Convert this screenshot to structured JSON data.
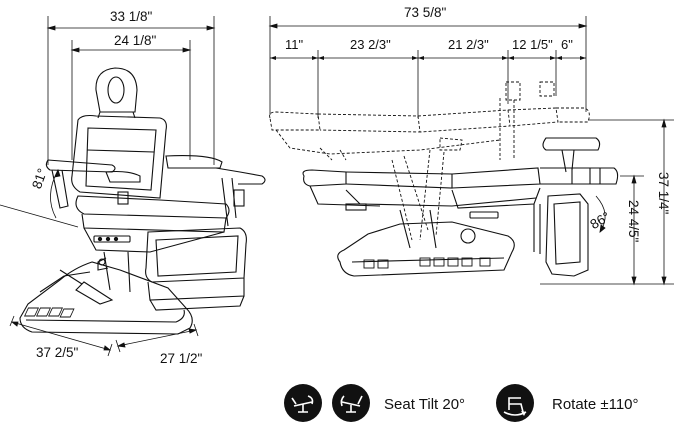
{
  "front_view": {
    "width_overall": "33 1/8\"",
    "width_seat": "24 1/8\"",
    "backrest_angle": "81°",
    "base_length": "37 2/5\"",
    "base_width": "27 1/2\""
  },
  "side_view": {
    "total_length": "73 5/8\"",
    "segments": [
      "11\"",
      "23 2/3\"",
      "21 2/3\"",
      "12 1/5\"",
      "6\""
    ],
    "height_total": "37 1/4\"",
    "height_seat": "24 4/5\"",
    "leg_angle": "86°"
  },
  "features": {
    "seat_tilt": "Seat Tilt 20°",
    "rotate": "Rotate ±110°"
  }
}
